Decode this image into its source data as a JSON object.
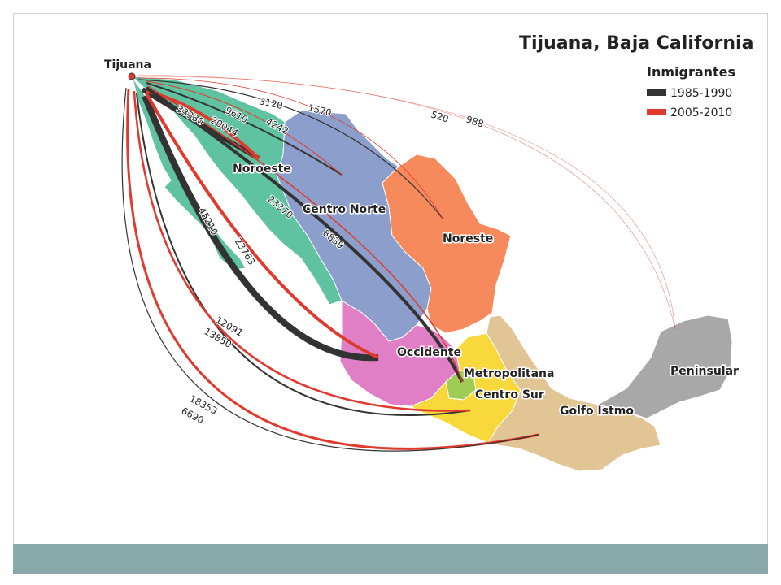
{
  "title": "Tijuana, Baja California",
  "origin": {
    "label": "Tijuana"
  },
  "legend": {
    "title": "Inmigrantes",
    "items": [
      {
        "label": "1985-1990",
        "color": "#333333"
      },
      {
        "label": "2005-2010",
        "color": "#e03a2e"
      }
    ]
  },
  "regions": [
    {
      "id": "noroeste",
      "label": "Noroeste",
      "color": "#5fc2a0"
    },
    {
      "id": "centro-norte",
      "label": "Centro Norte",
      "color": "#8c9ecb"
    },
    {
      "id": "noreste",
      "label": "Noreste",
      "color": "#f78a5c"
    },
    {
      "id": "occidente",
      "label": "Occidente",
      "color": "#e07fc6"
    },
    {
      "id": "metropolitana",
      "label": "Metropolitana",
      "color": "#9fcc55"
    },
    {
      "id": "centro-sur",
      "label": "Centro Sur",
      "color": "#f8d83a"
    },
    {
      "id": "golfo-istmo",
      "label": "Golfo Istmo",
      "color": "#e2c594"
    },
    {
      "id": "peninsular",
      "label": "Peninsular",
      "color": "#a8a8a8"
    }
  ],
  "flows": [
    {
      "region": "Noroeste",
      "v1985": "33330",
      "v2005": "20044"
    },
    {
      "region": "Centro Norte",
      "v1985": "9610",
      "v2005": "4242"
    },
    {
      "region": "Noreste",
      "v1985": "3120",
      "v2005": "1570"
    },
    {
      "region": "Peninsular",
      "v1985": "520",
      "v2005": "988"
    },
    {
      "region": "Occidente",
      "v1985": "45210",
      "v2005": "23763"
    },
    {
      "region": "Metropolitana",
      "v1985": "23370",
      "v2005": "8839"
    },
    {
      "region": "Centro Sur",
      "v1985": "12091",
      "v2005": "13850"
    },
    {
      "region": "Golfo Istmo",
      "v1985": "18353",
      "v2005": "6690"
    }
  ]
}
